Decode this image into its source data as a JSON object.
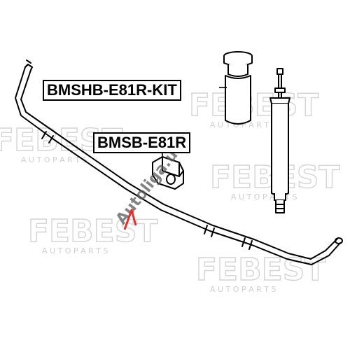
{
  "labels": {
    "kit_part_number": "BMSHB-E81R-KIT",
    "bushing_part_number": "BMSB-E81R"
  },
  "watermarks": {
    "brand": "FEBEST",
    "tagline": "A U T O   P A R T S",
    "overlay": "Autoliga.ua"
  },
  "colors": {
    "line": "#000000",
    "watermark": "#d9d9d9",
    "overlay_text": "#555555",
    "overlay_accent": "#e03030"
  }
}
